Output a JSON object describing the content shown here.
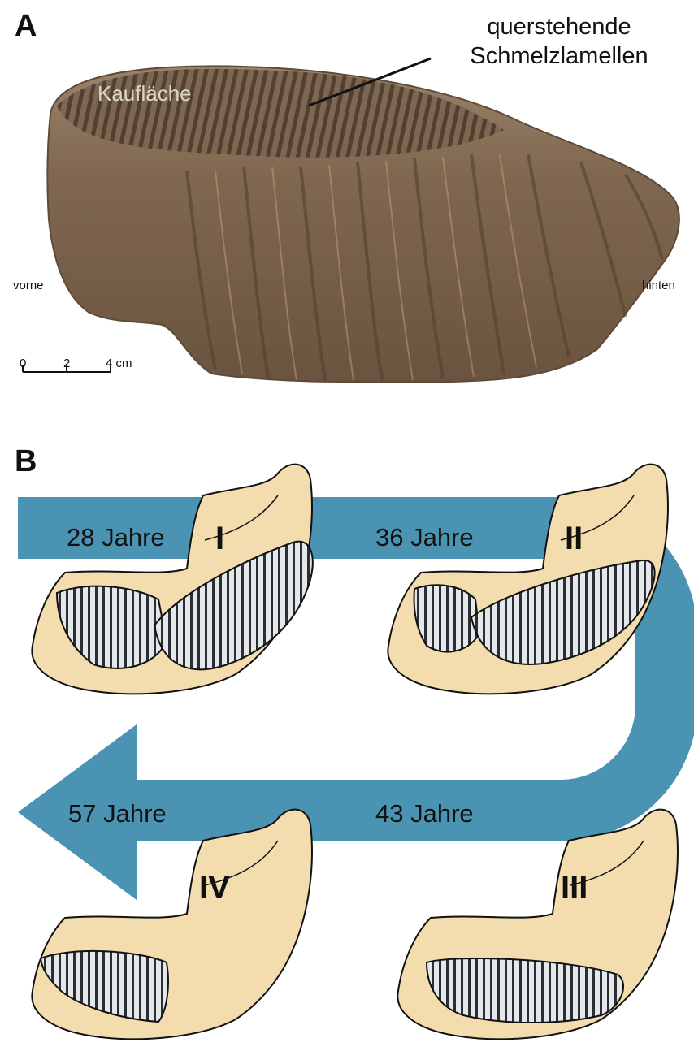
{
  "panel_a": {
    "letter": "A",
    "annotation_line1": "querstehende",
    "annotation_line2": "Schmelzlamellen",
    "surface_label": "Kaufläche",
    "front_label": "vorne",
    "back_label": "hinten",
    "scale": {
      "t0": "0",
      "t2": "2",
      "t4": "4 cm"
    }
  },
  "panel_b": {
    "letter": "B",
    "stages": [
      {
        "roman": "I",
        "age": "28 Jahre"
      },
      {
        "roman": "II",
        "age": "36 Jahre"
      },
      {
        "roman": "III",
        "age": "43 Jahre"
      },
      {
        "roman": "IV",
        "age": "57 Jahre"
      }
    ]
  },
  "colors": {
    "arrow": "#4a93b3",
    "jaw": "#f3dcae",
    "tooth_photo": "#8a7055",
    "enamel": "#dfe3e6"
  }
}
